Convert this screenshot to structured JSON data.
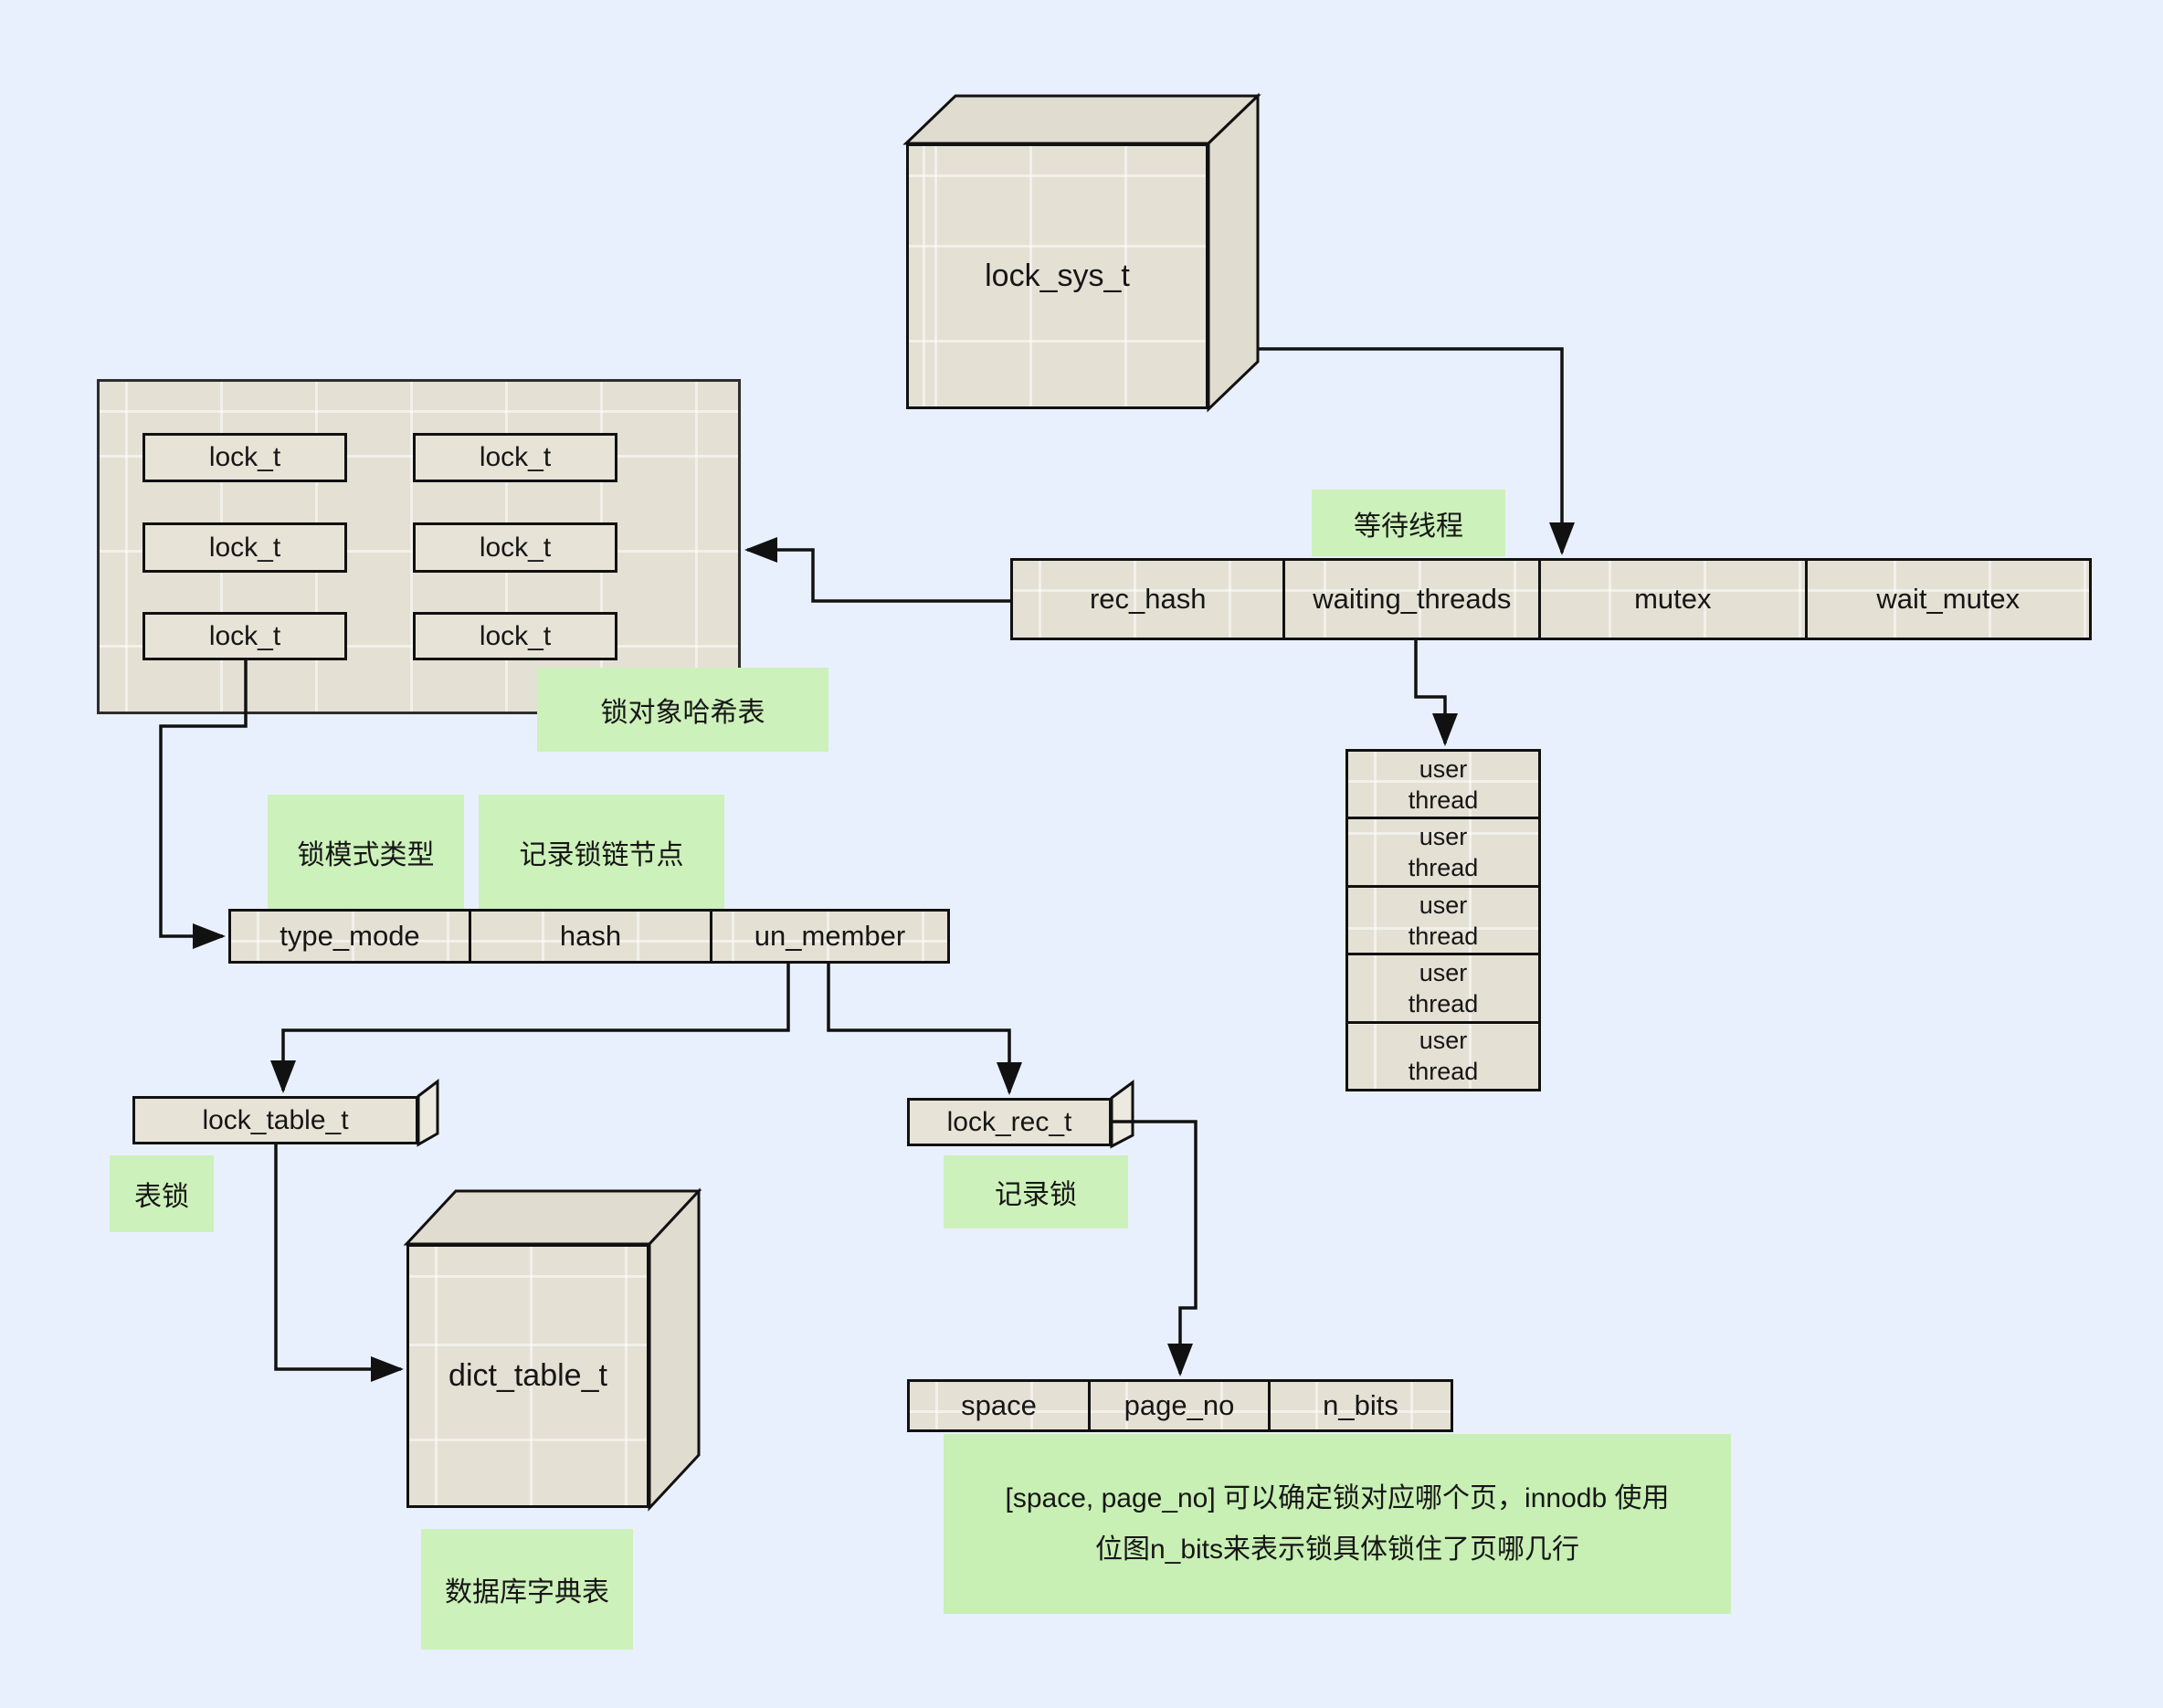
{
  "palette": {
    "background": "#e9f0fd",
    "box_fill": "#e4e0d4",
    "box_border": "#1c1c1c",
    "green_label": "#cdf1ba",
    "note_green": "#c8efb4",
    "line_color": "#111111"
  },
  "lock_sys": {
    "label": "lock_sys_t"
  },
  "sys_fields": {
    "cells": [
      {
        "label": "rec_hash"
      },
      {
        "label": "waiting_threads"
      },
      {
        "label": "mutex"
      },
      {
        "label": "wait_mutex"
      }
    ]
  },
  "hash_box": {
    "items": [
      {
        "label": "lock_t"
      },
      {
        "label": "lock_t"
      },
      {
        "label": "lock_t"
      },
      {
        "label": "lock_t"
      },
      {
        "label": "lock_t"
      },
      {
        "label": "lock_t"
      }
    ]
  },
  "lock_fields": {
    "cells": [
      {
        "label": "type_mode"
      },
      {
        "label": "hash"
      },
      {
        "label": "un_member"
      }
    ]
  },
  "thread_stack": {
    "items": [
      {
        "label": "user\nthread"
      },
      {
        "label": "user\nthread"
      },
      {
        "label": "user\nthread"
      },
      {
        "label": "user\nthread"
      },
      {
        "label": "user\nthread"
      }
    ]
  },
  "lock_table": {
    "label": "lock_table_t"
  },
  "lock_rec": {
    "label": "lock_rec_t"
  },
  "dict_table": {
    "label": "dict_table_t"
  },
  "rec_fields": {
    "cells": [
      {
        "label": "space"
      },
      {
        "label": "page_no"
      },
      {
        "label": "n_bits"
      }
    ]
  },
  "annotations": {
    "waiting_threads": "等待线程",
    "hash_table": "锁对象哈希表",
    "lock_mode": "锁模式类型",
    "record_chain": "记录锁链节点",
    "table_lock": "表锁",
    "record_lock": "记录锁",
    "dict_table": "数据库字典表"
  },
  "note": {
    "line1": "[space, page_no] 可以确定锁对应哪个页，innodb 使用",
    "line2": "位图n_bits来表示锁具体锁住了页哪几行"
  }
}
